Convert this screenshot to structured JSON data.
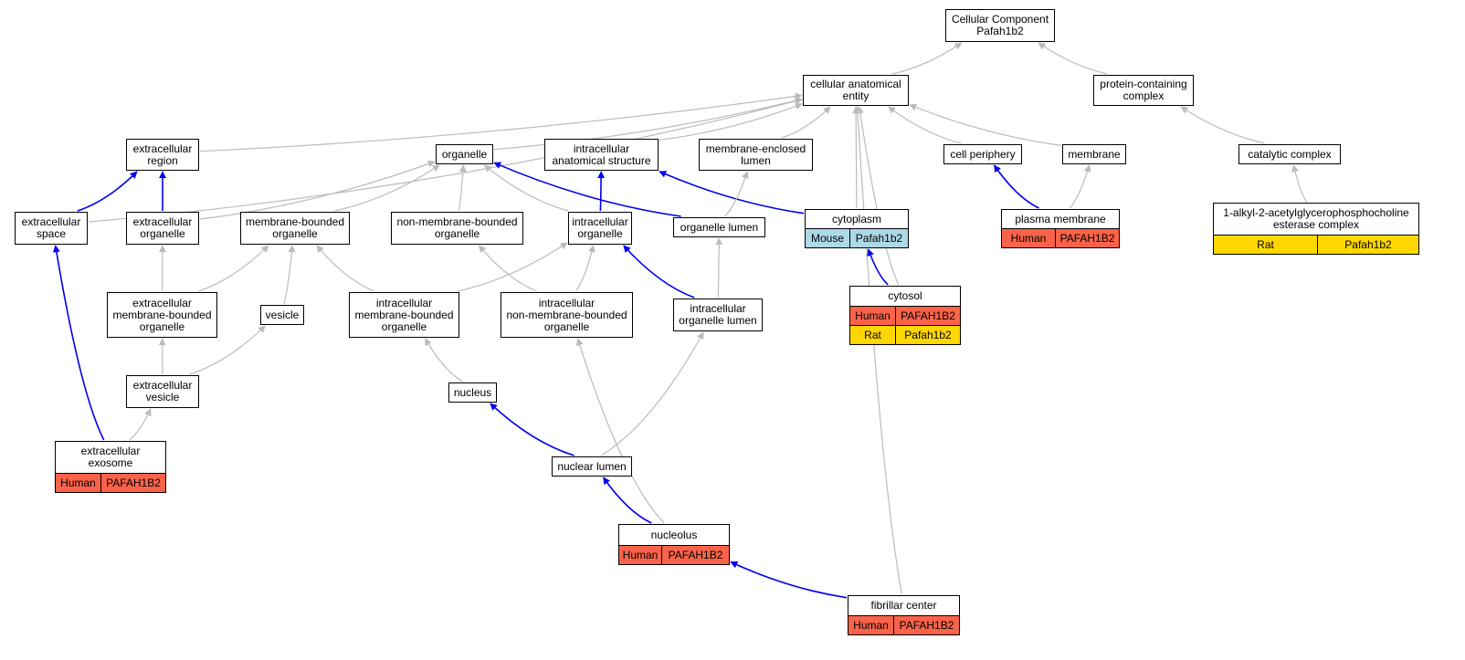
{
  "colors": {
    "is_a_edge": "#bbbbbb",
    "part_of_edge": "#0000ee",
    "Human": "#fa6349",
    "Mouse": "#add8e6",
    "Rat": "#ffd700"
  },
  "nodes": [
    {
      "id": "cc_root",
      "label": "Cellular Component\nPafah1b2"
    },
    {
      "id": "cae",
      "label": "cellular anatomical\nentity"
    },
    {
      "id": "pcc",
      "label": "protein-containing\ncomplex"
    },
    {
      "id": "ecr",
      "label": "extracellular\nregion"
    },
    {
      "id": "organelle",
      "label": "organelle"
    },
    {
      "id": "ias",
      "label": "intracellular\nanatomical structure"
    },
    {
      "id": "mel",
      "label": "membrane-enclosed\nlumen"
    },
    {
      "id": "cellper",
      "label": "cell periphery"
    },
    {
      "id": "membrane",
      "label": "membrane"
    },
    {
      "id": "catcx",
      "label": "catalytic complex"
    },
    {
      "id": "ecs",
      "label": "extracellular\nspace"
    },
    {
      "id": "eco",
      "label": "extracellular\norganelle"
    },
    {
      "id": "mbo",
      "label": "membrane-bounded\norganelle"
    },
    {
      "id": "nmbo",
      "label": "non-membrane-bounded\norganelle"
    },
    {
      "id": "io",
      "label": "intracellular\norganelle"
    },
    {
      "id": "orgl",
      "label": "organelle lumen"
    },
    {
      "id": "cyto",
      "label": "cytoplasm",
      "annotations": [
        {
          "species": "Mouse",
          "gene": "Pafah1b2"
        }
      ]
    },
    {
      "id": "pm",
      "label": "plasma membrane",
      "annotations": [
        {
          "species": "Human",
          "gene": "PAFAH1B2"
        }
      ]
    },
    {
      "id": "paf",
      "label": "1-alkyl-2-acetylglycerophosphocholine\nesterase complex",
      "annotations": [
        {
          "species": "Rat",
          "gene": "Pafah1b2"
        }
      ]
    },
    {
      "id": "embo",
      "label": "extracellular\nmembrane-bounded\norganelle"
    },
    {
      "id": "vesicle",
      "label": "vesicle"
    },
    {
      "id": "imbo",
      "label": "intracellular\nmembrane-bounded\norganelle"
    },
    {
      "id": "inmbo",
      "label": "intracellular\nnon-membrane-bounded\norganelle"
    },
    {
      "id": "iol",
      "label": "intracellular\norganelle lumen"
    },
    {
      "id": "cytosol",
      "label": "cytosol",
      "annotations": [
        {
          "species": "Human",
          "gene": "PAFAH1B2"
        },
        {
          "species": "Rat",
          "gene": "Pafah1b2"
        }
      ]
    },
    {
      "id": "ecv",
      "label": "extracellular\nvesicle"
    },
    {
      "id": "nucleus",
      "label": "nucleus"
    },
    {
      "id": "exo",
      "label": "extracellular\nexosome",
      "annotations": [
        {
          "species": "Human",
          "gene": "PAFAH1B2"
        }
      ]
    },
    {
      "id": "nl",
      "label": "nuclear lumen"
    },
    {
      "id": "nucleolus",
      "label": "nucleolus",
      "annotations": [
        {
          "species": "Human",
          "gene": "PAFAH1B2"
        }
      ]
    },
    {
      "id": "fc",
      "label": "fibrillar center",
      "annotations": [
        {
          "species": "Human",
          "gene": "PAFAH1B2"
        }
      ]
    }
  ],
  "edges": [
    {
      "from": "cae",
      "to": "cc_root",
      "type": "is_a"
    },
    {
      "from": "pcc",
      "to": "cc_root",
      "type": "is_a"
    },
    {
      "from": "ecr",
      "to": "cae",
      "type": "is_a"
    },
    {
      "from": "organelle",
      "to": "cae",
      "type": "is_a"
    },
    {
      "from": "ias",
      "to": "cae",
      "type": "is_a"
    },
    {
      "from": "mel",
      "to": "cae",
      "type": "is_a"
    },
    {
      "from": "cellper",
      "to": "cae",
      "type": "is_a"
    },
    {
      "from": "membrane",
      "to": "cae",
      "type": "is_a"
    },
    {
      "from": "cyto",
      "to": "cae",
      "type": "is_a"
    },
    {
      "from": "cytosol",
      "to": "cae",
      "type": "is_a"
    },
    {
      "from": "ecs",
      "to": "cae",
      "type": "is_a"
    },
    {
      "from": "fc",
      "to": "cae",
      "type": "is_a"
    },
    {
      "from": "catcx",
      "to": "pcc",
      "type": "is_a"
    },
    {
      "from": "paf",
      "to": "catcx",
      "type": "is_a"
    },
    {
      "from": "ecs",
      "to": "ecr",
      "type": "part_of"
    },
    {
      "from": "eco",
      "to": "ecr",
      "type": "part_of"
    },
    {
      "from": "eco",
      "to": "organelle",
      "type": "is_a"
    },
    {
      "from": "mbo",
      "to": "organelle",
      "type": "is_a"
    },
    {
      "from": "nmbo",
      "to": "organelle",
      "type": "is_a"
    },
    {
      "from": "io",
      "to": "organelle",
      "type": "is_a"
    },
    {
      "from": "orgl",
      "to": "organelle",
      "type": "part_of"
    },
    {
      "from": "io",
      "to": "ias",
      "type": "part_of"
    },
    {
      "from": "cyto",
      "to": "ias",
      "type": "part_of"
    },
    {
      "from": "orgl",
      "to": "mel",
      "type": "is_a"
    },
    {
      "from": "pm",
      "to": "cellper",
      "type": "part_of"
    },
    {
      "from": "pm",
      "to": "membrane",
      "type": "is_a"
    },
    {
      "from": "embo",
      "to": "eco",
      "type": "is_a"
    },
    {
      "from": "embo",
      "to": "mbo",
      "type": "is_a"
    },
    {
      "from": "vesicle",
      "to": "mbo",
      "type": "is_a"
    },
    {
      "from": "imbo",
      "to": "mbo",
      "type": "is_a"
    },
    {
      "from": "inmbo",
      "to": "nmbo",
      "type": "is_a"
    },
    {
      "from": "imbo",
      "to": "io",
      "type": "is_a"
    },
    {
      "from": "inmbo",
      "to": "io",
      "type": "is_a"
    },
    {
      "from": "iol",
      "to": "io",
      "type": "part_of"
    },
    {
      "from": "iol",
      "to": "orgl",
      "type": "is_a"
    },
    {
      "from": "cytosol",
      "to": "cyto",
      "type": "part_of"
    },
    {
      "from": "ecv",
      "to": "embo",
      "type": "is_a"
    },
    {
      "from": "ecv",
      "to": "vesicle",
      "type": "is_a"
    },
    {
      "from": "nucleus",
      "to": "imbo",
      "type": "is_a"
    },
    {
      "from": "exo",
      "to": "ecs",
      "type": "part_of"
    },
    {
      "from": "exo",
      "to": "ecv",
      "type": "is_a"
    },
    {
      "from": "nl",
      "to": "nucleus",
      "type": "part_of"
    },
    {
      "from": "nl",
      "to": "iol",
      "type": "is_a"
    },
    {
      "from": "nucleolus",
      "to": "nl",
      "type": "part_of"
    },
    {
      "from": "nucleolus",
      "to": "inmbo",
      "type": "is_a"
    },
    {
      "from": "fc",
      "to": "nucleolus",
      "type": "part_of"
    }
  ]
}
